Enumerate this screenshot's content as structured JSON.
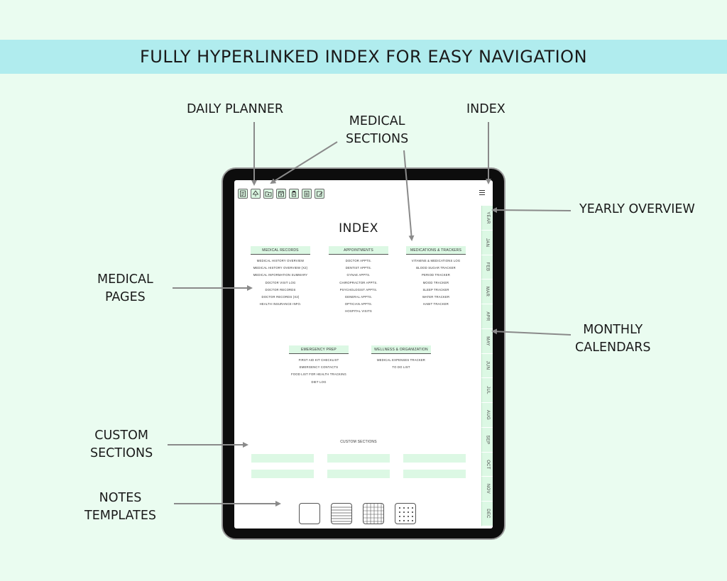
{
  "banner": {
    "title": "FULLY HYPERLINKED INDEX FOR EASY NAVIGATION"
  },
  "callouts": {
    "daily_planner": "DAILY PLANNER",
    "medical_sections": [
      "MEDICAL",
      "SECTIONS"
    ],
    "index": "INDEX",
    "yearly_overview": "YEARLY OVERVIEW",
    "medical_pages": [
      "MEDICAL",
      "PAGES"
    ],
    "monthly_calendars": [
      "MONTHLY",
      "CALENDARS"
    ],
    "custom_sections": [
      "CUSTOM",
      "SECTIONS"
    ],
    "notes_templates": [
      "NOTES",
      "TEMPLATES"
    ]
  },
  "toolbar": {
    "icons": [
      "daily-planner-icon",
      "tree-icon",
      "folder-heart-icon",
      "calendar-heart-icon",
      "medicine-bottle-icon",
      "clipboard-icon",
      "notebook-icon"
    ]
  },
  "screen": {
    "title": "INDEX",
    "months": [
      "YEAR",
      "JAN",
      "FEB",
      "MAR",
      "APR",
      "MAY",
      "JUN",
      "JUL",
      "AUG",
      "SEP",
      "OCT",
      "NOV",
      "DEC"
    ],
    "sections": [
      {
        "header": "MEDICAL RECORDS",
        "items": [
          "MEDICAL HISTORY OVERVIEW",
          "MEDICAL HISTORY OVERVIEW (X2)",
          "MEDICAL INFORMATION SUMMARY",
          "DOCTOR VISIT LOG",
          "DOCTOR RECORDS",
          "DOCTOR RECORDS (X2)",
          "HEALTH INSURANCE INFO."
        ]
      },
      {
        "header": "APPOINTMENTS",
        "items": [
          "DOCTOR APPTS.",
          "DENTIST APPTS.",
          "GYNAE APPTS.",
          "CHIROPRACTOR APPTS.",
          "PSYCHOLOGIST APPTS.",
          "GENERAL APPTS.",
          "OPTICIAN APPTS.",
          "HOSPITAL VISITS"
        ]
      },
      {
        "header": "MEDICATIONS & TRACKERS",
        "items": [
          "VITAMINS & MEDICATIONS LOG",
          "BLOOD SUGAR TRACKER",
          "PERIOD TRACKER",
          "MOOD TRACKER",
          "SLEEP TRACKER",
          "WATER TRACKER",
          "HABIT TRACKER"
        ]
      },
      {
        "header": "EMERGENCY PREP",
        "items": [
          "FIRST AID KIT CHECKLIST",
          "EMERGENCY CONTACTS",
          "FOOD LIST FOR HEALTH TRACKING",
          "DIET LOG"
        ]
      },
      {
        "header": "WELLNESS & ORGANIZATION",
        "items": [
          "MEDICAL EXPENSES TRACKER",
          "TO DO LIST"
        ]
      }
    ],
    "custom_sections_label": "CUSTOM SECTIONS",
    "note_templates": [
      "blank-template-icon",
      "lined-template-icon",
      "grid-template-icon",
      "dot-grid-template-icon"
    ]
  },
  "colors": {
    "background": "#eafcf0",
    "banner": "#b0ecee",
    "tab_green": "#dcf8e4",
    "tablet_frame": "#0d0d0d"
  }
}
